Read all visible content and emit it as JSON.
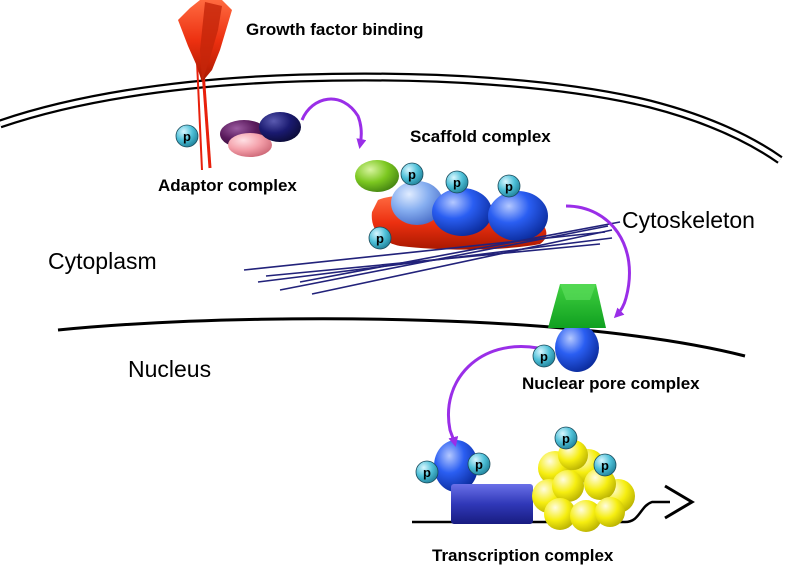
{
  "labels": {
    "growth_factor_binding": "Growth factor binding",
    "scaffold_complex": "Scaffold complex",
    "adaptor_complex": "Adaptor complex",
    "cytoskeleton": "Cytoskeleton",
    "cytoplasm": "Cytoplasm",
    "nucleus": "Nucleus",
    "nuclear_pore_complex": "Nuclear pore complex",
    "transcription_complex": "Transcription complex"
  },
  "phospho_label": "p",
  "colors": {
    "receptor": "#e8280e",
    "phospho": "#3cb6cc",
    "scaffold_base": "#e8321a",
    "blue": "#2050e0",
    "yellow": "#f4ee10",
    "green": "#38c030",
    "arrow": "#8a2ee0",
    "fiber": "#23237a"
  }
}
